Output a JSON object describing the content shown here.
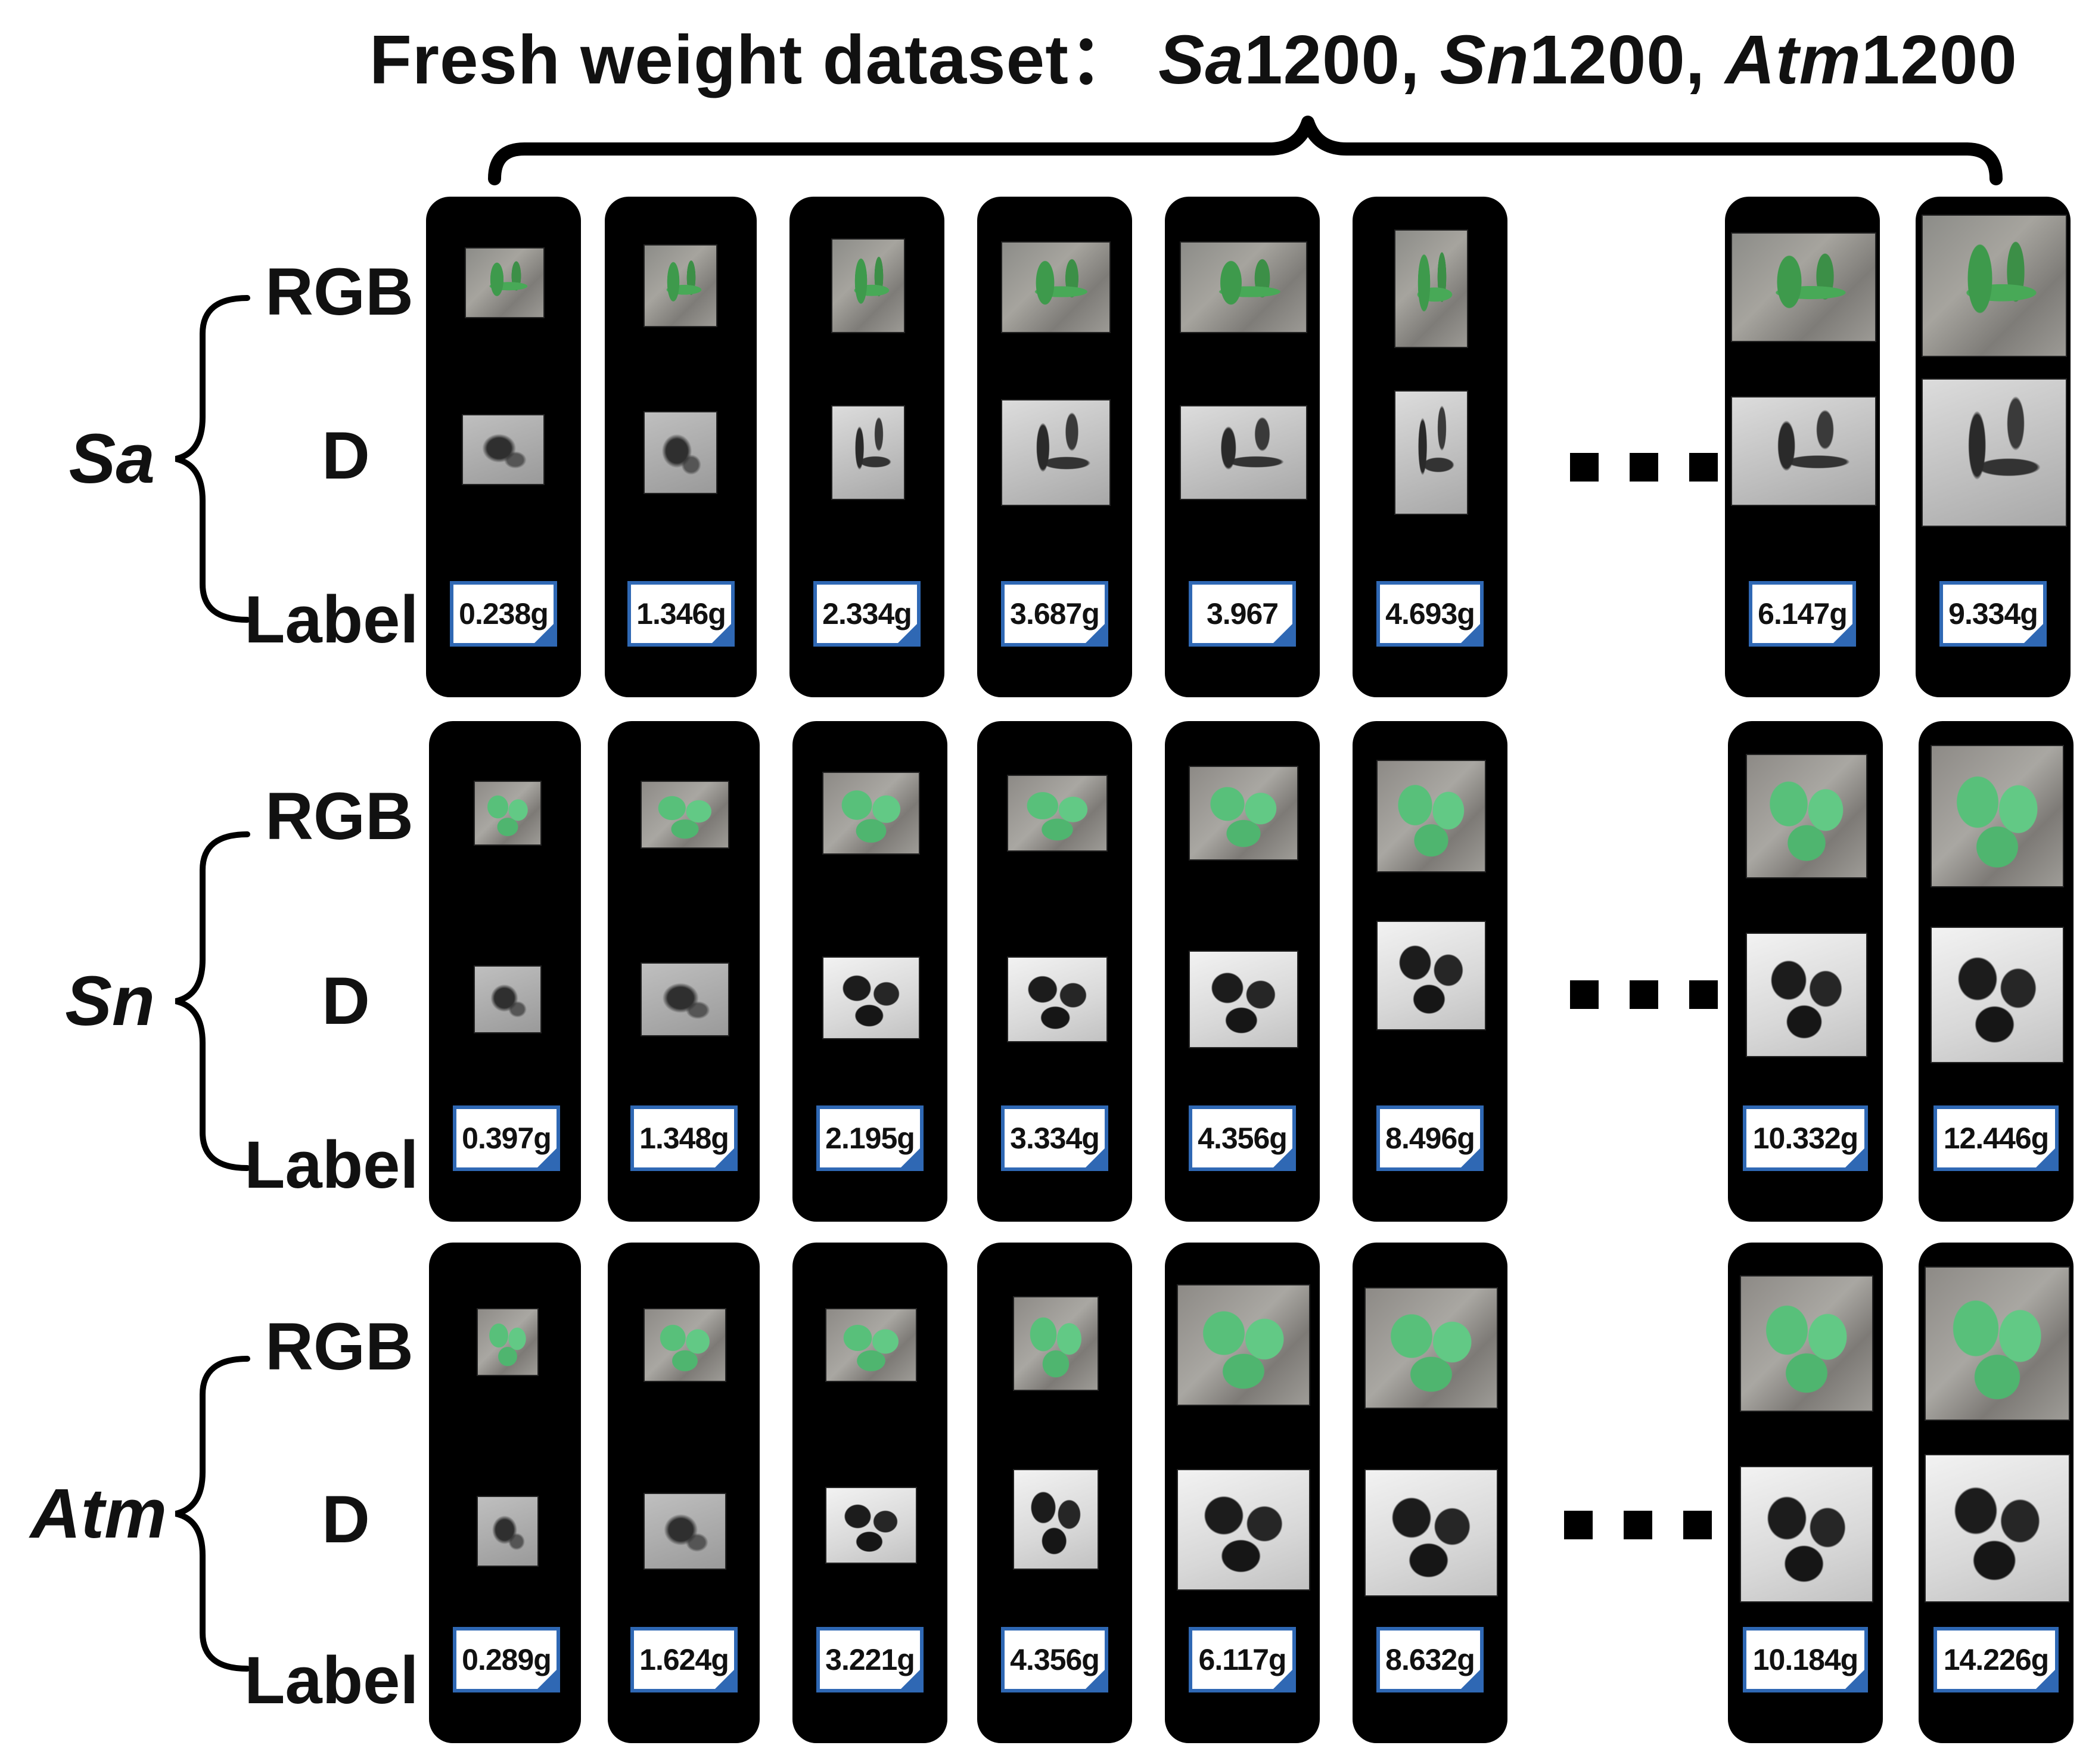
{
  "title": {
    "prefix": "Fresh weight dataset：",
    "datasets": [
      {
        "name": "Sa",
        "suffix": "1200,"
      },
      {
        "name": "Sn",
        "suffix": "1200,"
      },
      {
        "name": "Atm",
        "suffix": "1200"
      }
    ]
  },
  "row_labels": {
    "rgb": "RGB",
    "depth": "D",
    "label": "Label"
  },
  "groups": [
    {
      "species": "Sa",
      "labels": [
        "0.238g",
        "1.346g",
        "2.334g",
        "3.687g",
        "3.967",
        "4.693g",
        "6.147g",
        "9.334g"
      ]
    },
    {
      "species": "Sn",
      "labels": [
        "0.397g",
        "1.348g",
        "2.195g",
        "3.334g",
        "4.356g",
        "8.496g",
        "10.332g",
        "12.446g"
      ]
    },
    {
      "species": "Atm",
      "labels": [
        "0.289g",
        "1.624g",
        "3.221g",
        "4.356g",
        "6.117g",
        "8.632g",
        "10.184g",
        "14.226g"
      ]
    }
  ],
  "colors": {
    "card": "#000000",
    "label_border": "#2f68b4",
    "text": "#111111"
  },
  "icons": [
    "curly-brace-icon",
    "ellipsis-icon",
    "folded-corner-icon"
  ]
}
